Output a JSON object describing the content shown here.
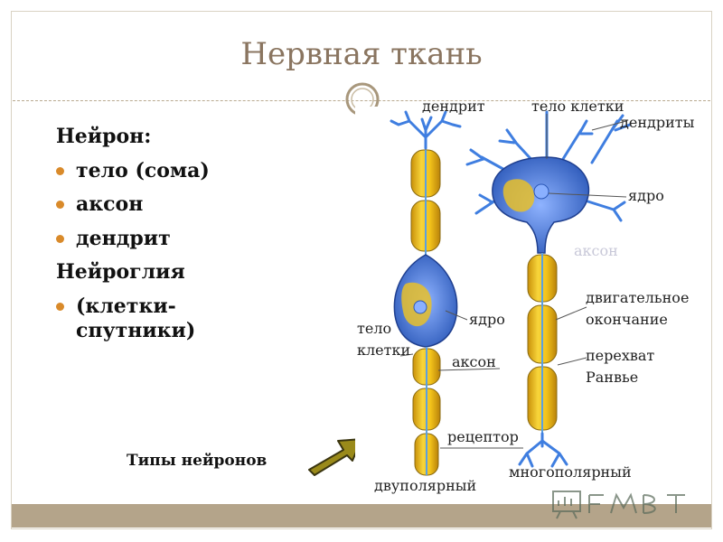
{
  "slide": {
    "title": "Нервная ткань",
    "neuron_heading": "Нейрон:",
    "neuron_parts": [
      "тело (сома)",
      "аксон",
      "дендрит"
    ],
    "glia_heading": "Нейроглия",
    "glia_items": [
      "(клетки-\nспутники)"
    ],
    "types_label": "Типы нейронов"
  },
  "diagram": {
    "labels": {
      "dendrite": "дендрит",
      "cell_body_top": "тело клетки",
      "dendrites": "дендриты",
      "nucleus_right": "ядро",
      "axon_faded": "аксон",
      "motor_ending_1": "двигательное",
      "motor_ending_2": "окончание",
      "ranvier_1": "перехват",
      "ranvier_2": "Ранвье",
      "cell_body_left_1": "тело",
      "cell_body_left_2": "клетки",
      "nucleus_left": "ядро",
      "axon": "аксон",
      "receptor": "рецептор",
      "bipolar": "двуполярный",
      "multipolar": "многополярный"
    }
  },
  "colors": {
    "title": "#8a7560",
    "bullet": "#d98a2a",
    "footer": "#b4a48a",
    "myelin": "#f2c21a",
    "neuron_blue": "#3a6fd0",
    "arrow": "#9a8a1a"
  },
  "icons": {
    "ornament": "circle-swirl-icon",
    "arrow": "arrow-right-icon",
    "watermark": "presentation-logo-icon"
  }
}
